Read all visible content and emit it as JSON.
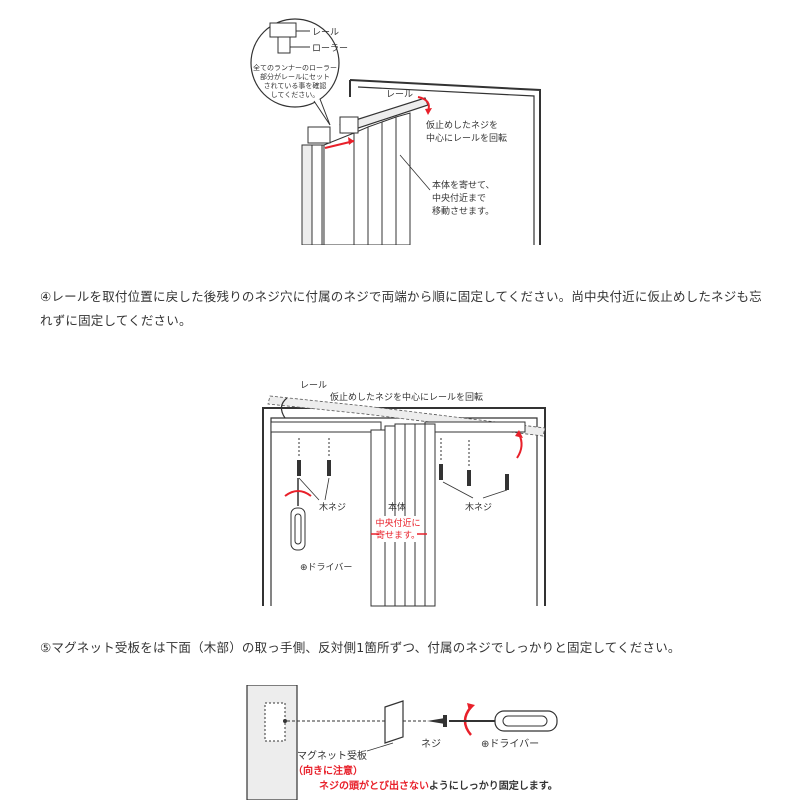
{
  "figure1": {
    "bubble_rail": "レール",
    "bubble_roller": "ローラー",
    "bubble_note": [
      "全てのランナーのローラー",
      "部分がレールにセット",
      "されている事を確認",
      "してください。"
    ],
    "rail": "レール",
    "rotate_note": [
      "仮止めしたネジを",
      "中心にレールを回転"
    ],
    "move_note": [
      "本体を寄せて、",
      "中央付近まで",
      "移動させます。"
    ]
  },
  "step4": "④レールを取付位置に戻した後残りのネジ穴に付属のネジで両端から順に固定してください。尚中央付近に仮止めしたネジも忘れずに固定してください。",
  "figure2": {
    "rail": "レール",
    "rotate_note": "仮止めしたネジを中心にレールを回転",
    "body": "本体",
    "center_note": [
      "中央付近に",
      "寄せます。"
    ],
    "wood_screw_left": "木ネジ",
    "wood_screw_right": "木ネジ",
    "driver": "⊕ドライバー"
  },
  "step5": "⑤マグネット受板をは下面（木部）の取っ手側、反対側1箇所ずつ、付属のネジでしっかりと固定してください。",
  "figure3": {
    "plate": "マグネット受板",
    "orientation_note": "（向きに注意）",
    "screw": "ネジ",
    "driver": "⊕ドライバー",
    "warning_red": "ネジの頭がとび出さない",
    "warning_black": "ようにしっかり固定します。"
  },
  "colors": {
    "accent_red": "#e8202a",
    "line": "#333333",
    "panel_fill": "#ededed"
  }
}
